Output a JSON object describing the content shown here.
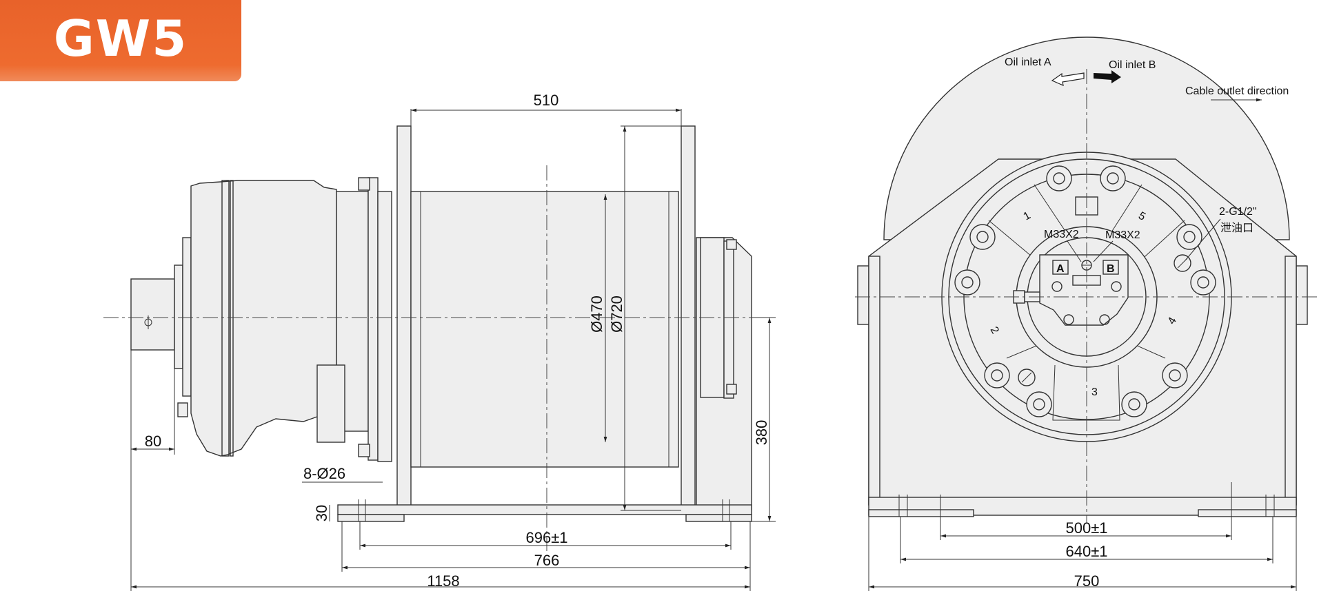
{
  "model": "GW5",
  "side_view": {
    "dims": {
      "drum_width": "510",
      "drum_diameter": "Ø470",
      "flange_diameter": "Ø720",
      "center_height": "380",
      "motor_offset": "80",
      "bolt_holes": "8-Ø26",
      "base_thickness": "30",
      "hole_span": "696±1",
      "base_length": "766",
      "overall_length": "1158"
    }
  },
  "front_view": {
    "labels": {
      "oil_inlet_a": "Oil inlet A",
      "oil_inlet_b": "Oil inlet B",
      "cable_outlet": "Cable outlet direction",
      "drain_port": "2-G1/2\"",
      "drain_port_cn": "泄油口",
      "port_a_thread": "M33X2",
      "port_b_thread": "M33X2",
      "port_a": "A",
      "port_b": "B",
      "segment_1": "1",
      "segment_2": "2",
      "segment_3": "3",
      "segment_4": "4",
      "segment_5": "5"
    },
    "dims": {
      "inner_hole_span": "500±1",
      "outer_hole_span": "640±1",
      "overall_width": "750"
    }
  }
}
